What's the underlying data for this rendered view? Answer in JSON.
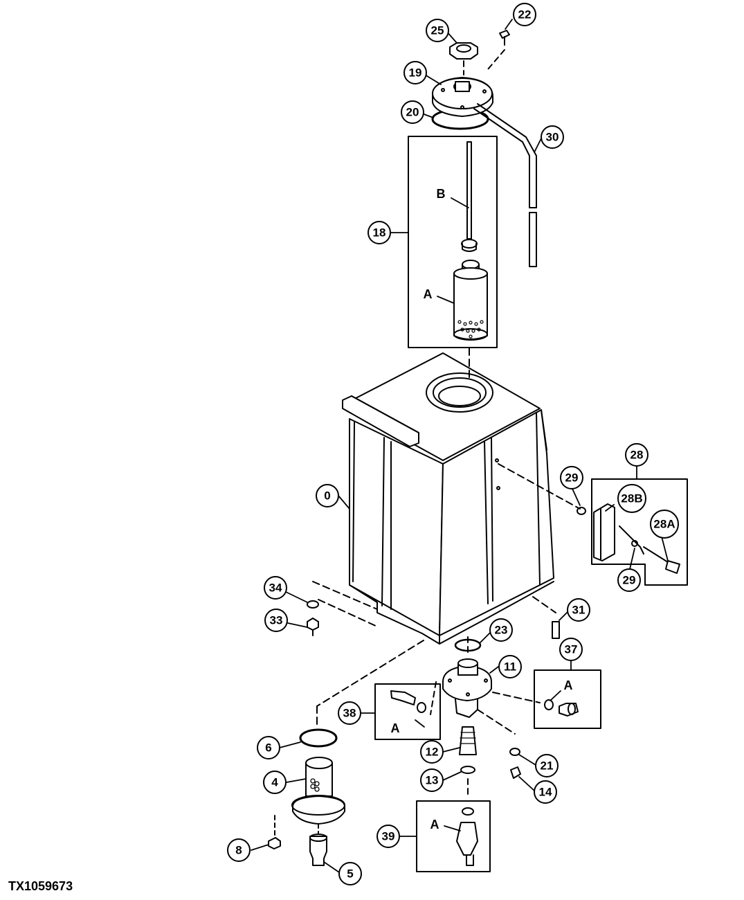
{
  "figure_id": "TX1059673",
  "callouts": {
    "c0": "0",
    "c4": "4",
    "c5": "5",
    "c6": "6",
    "c8": "8",
    "c11": "11",
    "c12": "12",
    "c13": "13",
    "c14": "14",
    "c18": "18",
    "c19": "19",
    "c20": "20",
    "c21": "21",
    "c22": "22",
    "c23": "23",
    "c25": "25",
    "c28": "28",
    "c28A": "28A",
    "c28B": "28B",
    "c29a": "29",
    "c29b": "29",
    "c30": "30",
    "c31": "31",
    "c33": "33",
    "c34": "34",
    "c37": "37",
    "c38": "38",
    "c39": "39"
  },
  "letters": {
    "A_filter": "A",
    "B_rod": "B",
    "A_box37": "A",
    "A_box38": "A",
    "A_box39": "A"
  }
}
